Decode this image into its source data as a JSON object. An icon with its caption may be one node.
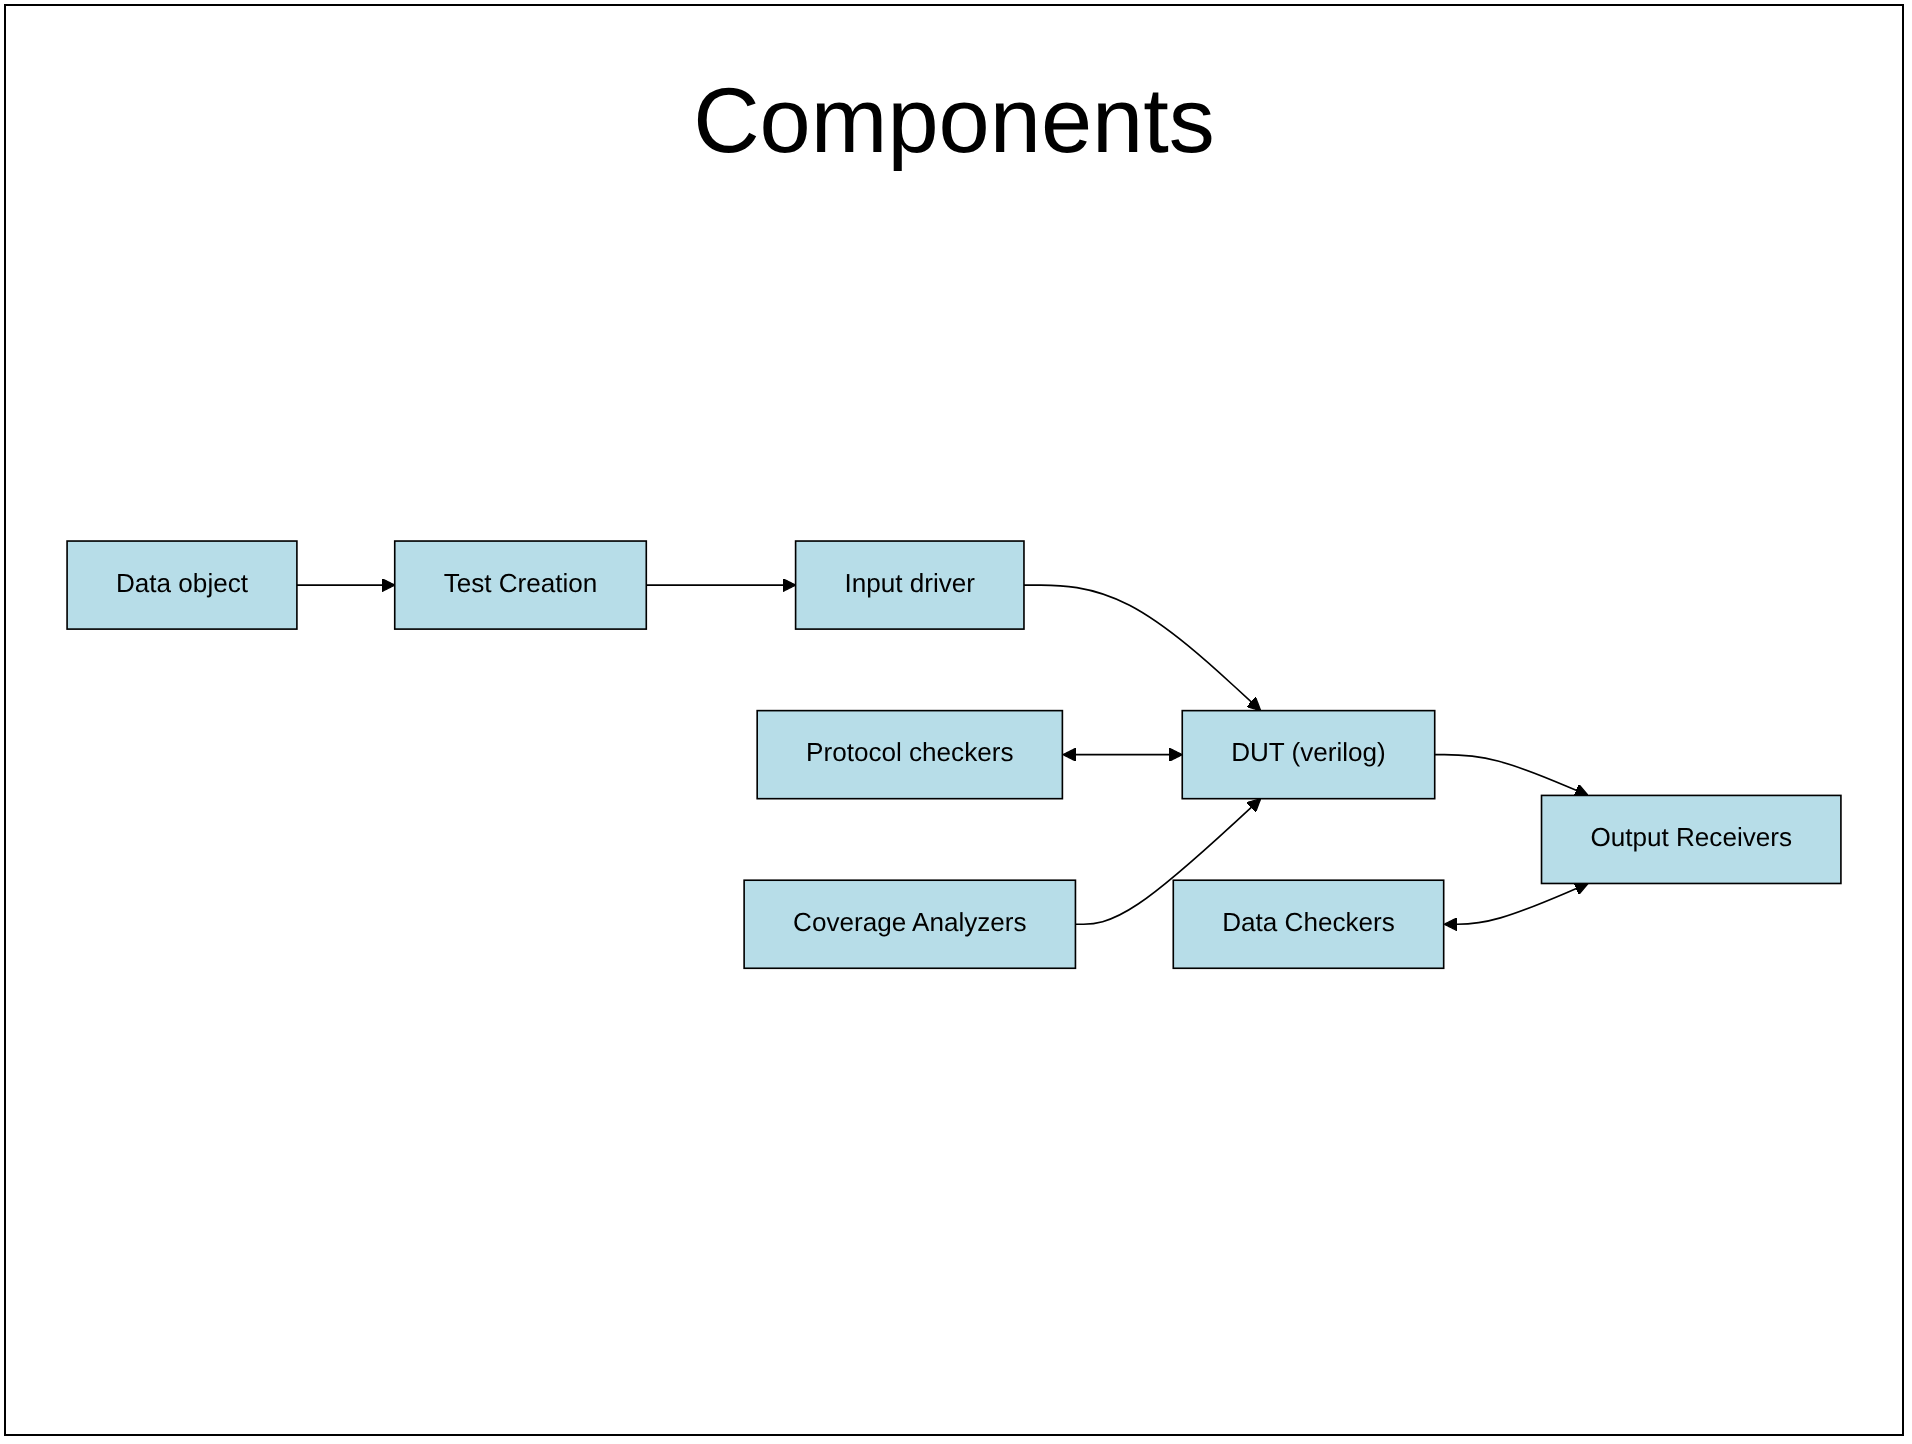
{
  "diagram": {
    "title": "Components",
    "nodes": [
      {
        "text": [
          "Data object"
        ]
      },
      {
        "text": [
          "Protocol checkers"
        ]
      },
      {
        "text": [
          "Data Checkers"
        ]
      },
      {
        "text": [
          "Test Creation"
        ]
      },
      {
        "text": [
          "Input driver"
        ]
      },
      {
        "text": [
          "DUT (verilog)"
        ]
      },
      {
        "text": [
          "Output Receivers"
        ]
      },
      {
        "text": [
          "Coverage Analyzers"
        ]
      }
    ],
    "edges": [
      {
        "from": 0,
        "to": 3,
        "arrow": "to"
      },
      {
        "from": 3,
        "to": 4,
        "arrow": "to"
      },
      {
        "from": 4,
        "to": 5,
        "arrow": "to"
      },
      {
        "from": 5,
        "to": 6,
        "arrow": "to"
      },
      {
        "from": 1,
        "to": 5,
        "arrow": "both"
      },
      {
        "from": 2,
        "to": 6,
        "arrow": "both"
      },
      {
        "from": 7,
        "to": 5,
        "arrow": "to"
      }
    ]
  }
}
